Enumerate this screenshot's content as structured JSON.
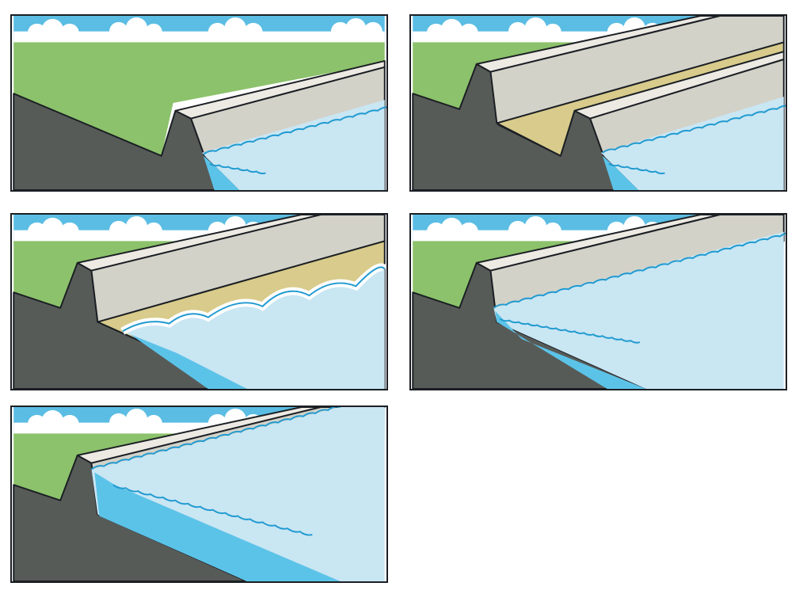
{
  "figure": {
    "description_free": true,
    "panels": [
      {
        "id": "panel-1",
        "stage": 1,
        "features": [
          "sky",
          "clouds",
          "grass",
          "bank",
          "sea-wall",
          "sea"
        ]
      },
      {
        "id": "panel-2",
        "stage": 2,
        "features": [
          "sky",
          "clouds",
          "grass",
          "bank",
          "sea-wall",
          "sand",
          "second-wall",
          "sea"
        ]
      },
      {
        "id": "panel-3",
        "stage": 3,
        "features": [
          "sky",
          "clouds",
          "grass",
          "bank",
          "sea-wall",
          "sand",
          "wave-front",
          "sea"
        ]
      },
      {
        "id": "panel-4",
        "stage": 4,
        "features": [
          "sky",
          "clouds",
          "grass",
          "bank",
          "sea-wall",
          "sea"
        ]
      },
      {
        "id": "panel-5",
        "stage": 5,
        "features": [
          "sky",
          "clouds",
          "grass",
          "bank",
          "sea-wall",
          "sea"
        ]
      }
    ]
  },
  "colors": {
    "sky": "#5bbde3",
    "cloud": "#ffffff",
    "grass": "#8cc26b",
    "bank": "#575b58",
    "wall_face": "#d3d2c9",
    "wall_top": "#eceae3",
    "sand": "#d8cb8b",
    "sea_light": "#c9e6f3",
    "sea_deep": "#5cc3e8",
    "wave_line": "#1f9ad0",
    "outline": "#1b1f24"
  }
}
